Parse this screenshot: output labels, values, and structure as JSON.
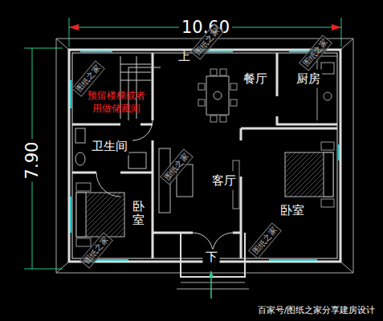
{
  "diagram": {
    "caption": "百家号/图纸之家分享建房设计",
    "nodes": [
      {
        "text": [
          "餐厅"
        ]
      },
      {
        "text": [
          "厨房"
        ]
      },
      {
        "text": [
          "卫生间"
        ]
      },
      {
        "text": [
          "客厅"
        ]
      },
      {
        "text": [
          "卧室"
        ]
      },
      {
        "text": [
          "卧室"
        ]
      }
    ],
    "labels": [
      "10.60",
      "7.90",
      "上",
      "预留楼梯或者用做储藏间",
      "下",
      "图纸之家",
      "图纸之家",
      "图纸之家",
      "图纸之家",
      "图纸之家",
      "图纸之家"
    ]
  }
}
